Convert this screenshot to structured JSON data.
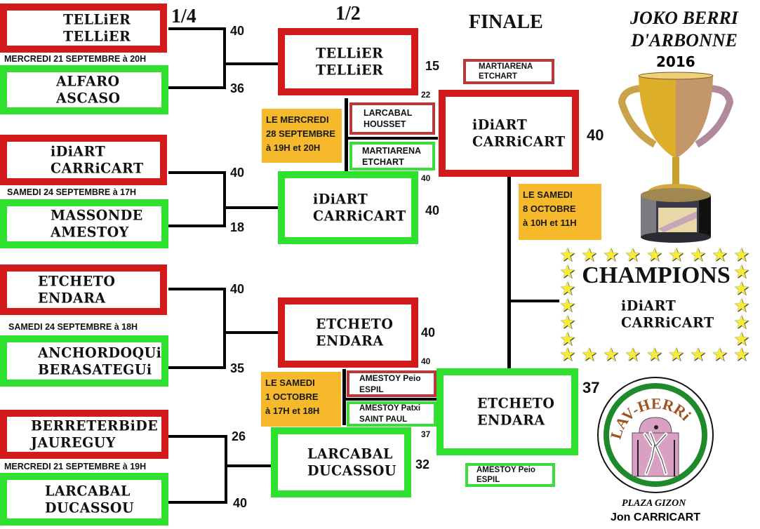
{
  "header": {
    "quarter_label": "1/4",
    "semi_label": "1/2",
    "final_label": "FINALE",
    "tournament_line1": "JOKO BERRI",
    "tournament_line2": "D'ARBONNE",
    "year": "2016"
  },
  "quarterfinals": [
    {
      "date": "MERCREDI 21 SEPTEMBRE à 20H",
      "top": {
        "line1": "TELLiER",
        "line2": "TELLiER",
        "score": "40"
      },
      "bottom": {
        "line1": "ALFARO",
        "line2": "ASCASO",
        "score": "36"
      }
    },
    {
      "date": "SAMEDI 24 SEPTEMBRE à 17H",
      "top": {
        "line1": "iDiART",
        "line2": "CARRiCART",
        "score": "40"
      },
      "bottom": {
        "line1": "MASSONDE",
        "line2": "AMESTOY",
        "score": "18"
      }
    },
    {
      "date": "SAMEDI 24 SEPTEMBRE à 18H",
      "top": {
        "line1": "ETCHETO",
        "line2": "ENDARA",
        "score": "40"
      },
      "bottom": {
        "line1": "ANCHORDOQUi",
        "line2": "BERASATEGUi",
        "score": "35"
      }
    },
    {
      "date": "MERCREDI 21 SEPTEMBRE à 19H",
      "top": {
        "line1": "BERRETERBiDE",
        "line2": "JAUREGUY",
        "score": "26"
      },
      "bottom": {
        "line1": "LARCABAL",
        "line2": "DUCASSOU",
        "score": "40"
      }
    }
  ],
  "semifinals": [
    {
      "schedule": [
        "LE MERCREDI",
        "28 SEPTEMBRE",
        "à 19H et 20H"
      ],
      "top": {
        "line1": "TELLiER",
        "line2": "TELLiER",
        "score": "15"
      },
      "bottom": {
        "line1": "iDiART",
        "line2": "CARRiCART",
        "score": "40"
      },
      "barrage": [
        {
          "line1": "LARCABAL",
          "line2": "HOUSSET",
          "score": "22"
        },
        {
          "line1": "MARTIARENA",
          "line2": "ETCHART",
          "score": "40"
        }
      ]
    },
    {
      "schedule": [
        "LE SAMEDI",
        "1 OCTOBRE",
        "à 17H et 18H"
      ],
      "top": {
        "line1": "ETCHETO",
        "line2": "ENDARA",
        "score": "40"
      },
      "bottom": {
        "line1": "LARCABAL",
        "line2": "DUCASSOU",
        "score": "32"
      },
      "barrage": [
        {
          "line1": "AMESTOY Peio",
          "line2": "ESPIL",
          "score": "40"
        },
        {
          "line1": "AMESTOY Patxi",
          "line2": "SAINT PAUL",
          "score": "37"
        }
      ]
    }
  ],
  "final": {
    "schedule": [
      "LE SAMEDI",
      "8 OCTOBRE",
      "à 10H et 11H"
    ],
    "top": {
      "line1": "iDiART",
      "line2": "CARRiCART",
      "score": "40",
      "opponent_line1": "MARTIARENA",
      "opponent_line2": "ETCHART"
    },
    "bottom": {
      "line1": "ETCHETO",
      "line2": "ENDARA",
      "score": "37",
      "opponent_line1": "AMESTOY Peio",
      "opponent_line2": "ESPIL"
    }
  },
  "champions": {
    "title": "CHAMPIONS",
    "line1": "iDiART",
    "line2": "CARRiCART"
  },
  "sponsor": {
    "logo_text": "LAV-HERRi",
    "caption": "PLAZA GIZON",
    "name": "Jon CARRICART"
  },
  "colors": {
    "winner_border": "#d21a1a",
    "loser_border": "#2fe02f",
    "schedule_bg": "#f6b92b",
    "star": "#f7ec3a"
  }
}
